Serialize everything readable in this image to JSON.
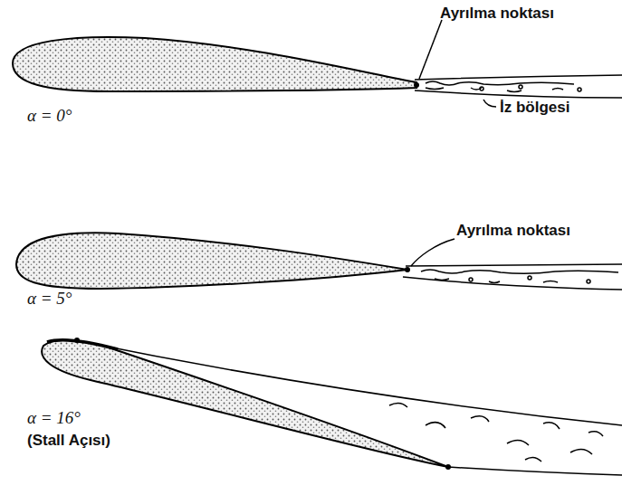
{
  "diagram": {
    "labels": [
      "Ayrılma noktası",
      "İz bölgesi",
      "Ayrılma noktası",
      "α = 0°",
      "α = 5°",
      "α = 16°",
      "(Stall Açısı)"
    ]
  }
}
